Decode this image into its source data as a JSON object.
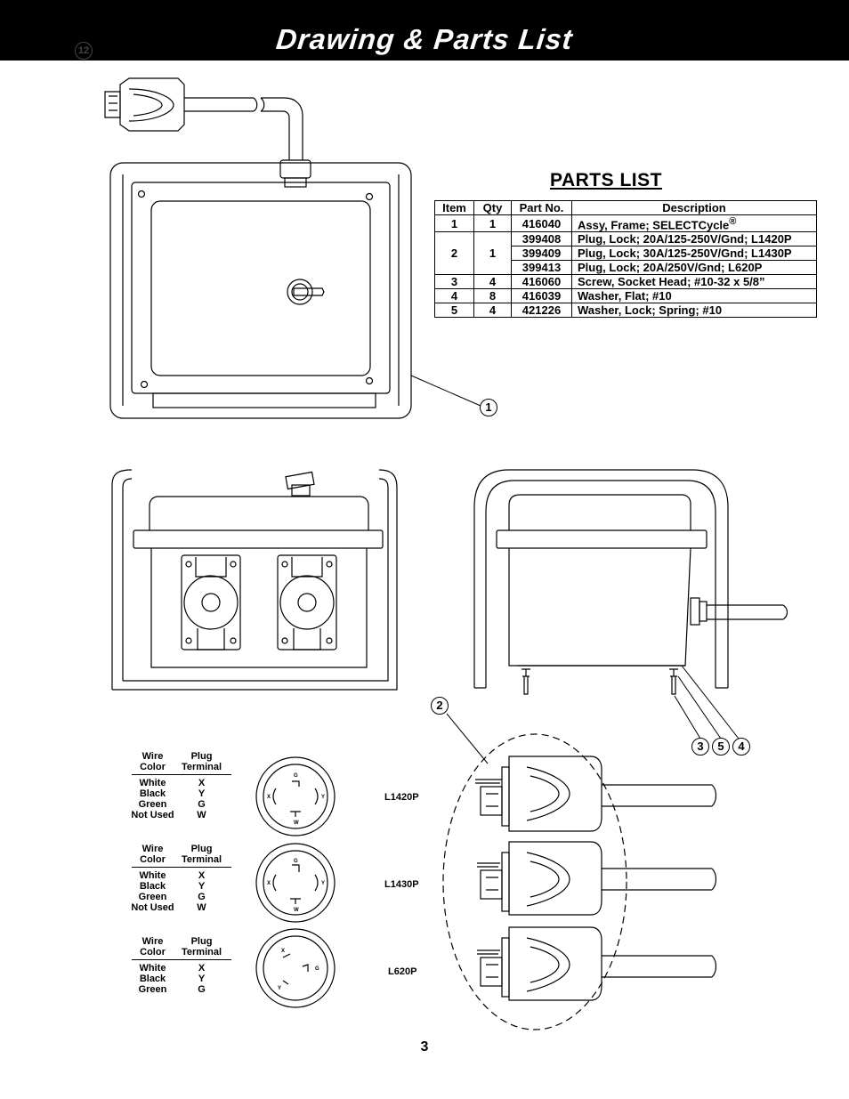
{
  "header": {
    "title": "Drawing & Parts List",
    "page_badge": "12"
  },
  "parts_list": {
    "title": "PARTS LIST",
    "columns": [
      "Item",
      "Qty",
      "Part No.",
      "Description"
    ],
    "rows": [
      {
        "item": "1",
        "qty": "1",
        "part": "416040",
        "desc": "Assy, Frame; SELECTCycle",
        "mark": "®"
      },
      {
        "item": "2",
        "qty": "1",
        "part": "399408",
        "desc": "Plug, Lock; 20A/125-250V/Gnd; L1420P"
      },
      {
        "item": "",
        "qty": "",
        "part": "399409",
        "desc": "Plug, Lock; 30A/125-250V/Gnd; L1430P"
      },
      {
        "item": "",
        "qty": "",
        "part": "399413",
        "desc": "Plug, Lock; 20A/250V/Gnd; L620P"
      },
      {
        "item": "3",
        "qty": "4",
        "part": "416060",
        "desc": "Screw, Socket Head; #10-32 x 5/8”"
      },
      {
        "item": "4",
        "qty": "8",
        "part": "416039",
        "desc": "Washer, Flat; #10"
      },
      {
        "item": "5",
        "qty": "4",
        "part": "421226",
        "desc": "Washer, Lock; Spring; #10"
      }
    ]
  },
  "callouts": {
    "c1": "1",
    "c2": "2",
    "c3": "3",
    "c4": "4",
    "c5": "5"
  },
  "wiring": {
    "header": {
      "wire_l1": "Wire",
      "wire_l2": "Color",
      "plug_l1": "Plug",
      "plug_l2": "Terminal"
    },
    "blocks": [
      {
        "plug": "L1420P",
        "rows": [
          [
            "White",
            "X"
          ],
          [
            "Black",
            "Y"
          ],
          [
            "Green",
            "G"
          ],
          [
            "Not Used",
            "W"
          ]
        ]
      },
      {
        "plug": "L1430P",
        "rows": [
          [
            "White",
            "X"
          ],
          [
            "Black",
            "Y"
          ],
          [
            "Green",
            "G"
          ],
          [
            "Not Used",
            "W"
          ]
        ]
      },
      {
        "plug": "L620P",
        "rows": [
          [
            "White",
            "X"
          ],
          [
            "Black",
            "Y"
          ],
          [
            "Green",
            "G"
          ]
        ]
      }
    ],
    "terminal_letters": {
      "x": "X",
      "y": "Y",
      "g": "G",
      "w": "W"
    }
  },
  "page_number": "3"
}
